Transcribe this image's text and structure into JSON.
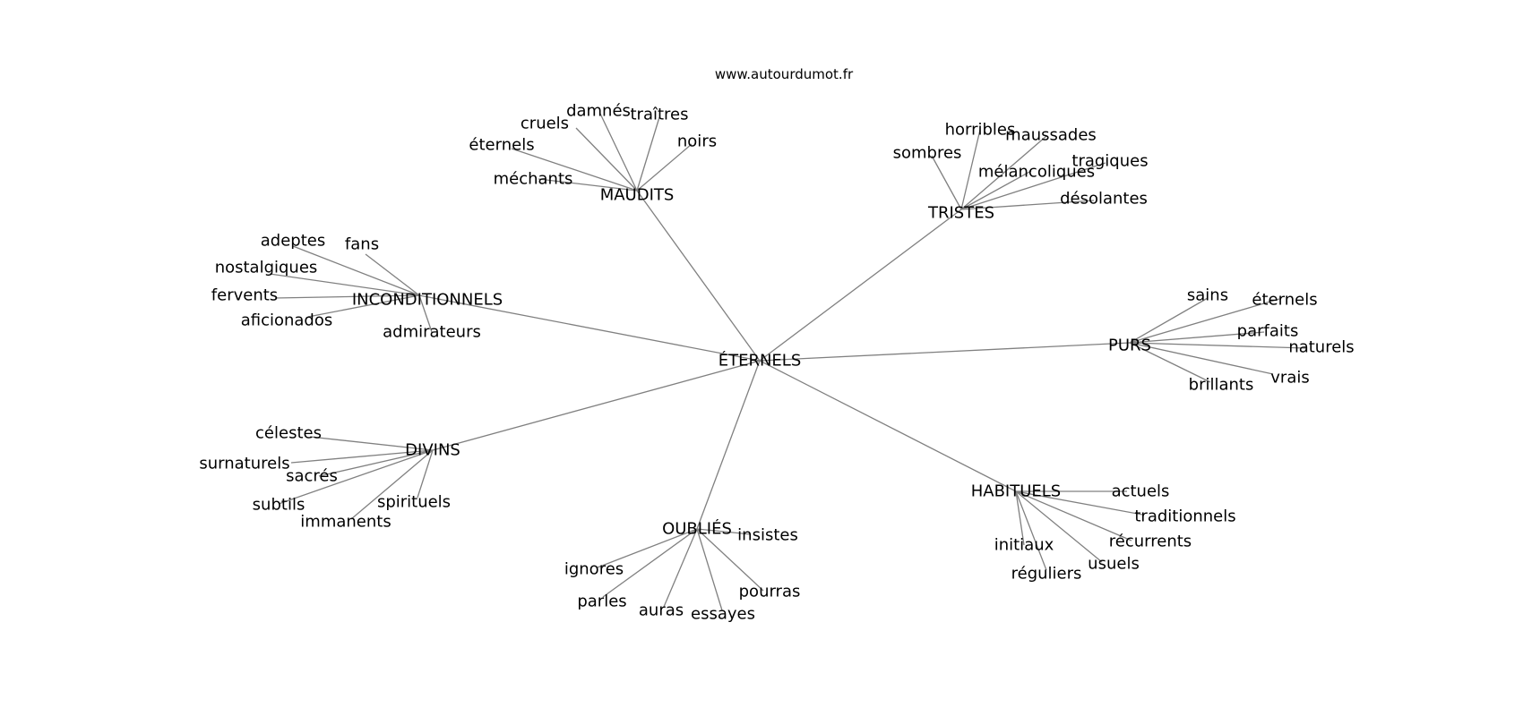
{
  "site": "www.autourdumot.fr",
  "root": "ÉTERNELS",
  "groups": [
    {
      "label": "MAUDITS",
      "words": [
        "cruels",
        "damnés",
        "traîtres",
        "noirs",
        "éternels",
        "méchants"
      ]
    },
    {
      "label": "TRISTES",
      "words": [
        "horribles",
        "maussades",
        "sombres",
        "mélancoliques",
        "tragiques",
        "désolantes"
      ]
    },
    {
      "label": "INCONDITIONNELS",
      "words": [
        "adeptes",
        "fans",
        "nostalgiques",
        "fervents",
        "aficionados",
        "admirateurs"
      ]
    },
    {
      "label": "PURS",
      "words": [
        "sains",
        "éternels",
        "parfaits",
        "naturels",
        "vrais",
        "brillants"
      ]
    },
    {
      "label": "DIVINS",
      "words": [
        "célestes",
        "surnaturels",
        "sacrés",
        "subtils",
        "immanents",
        "spirituels"
      ]
    },
    {
      "label": "OUBLIÉS",
      "words": [
        "insistes",
        "ignores",
        "parles",
        "auras",
        "essayes",
        "pourras"
      ]
    },
    {
      "label": "HABITUELS",
      "words": [
        "actuels",
        "traditionnels",
        "récurrents",
        "usuels",
        "initiaux",
        "réguliers"
      ]
    }
  ]
}
